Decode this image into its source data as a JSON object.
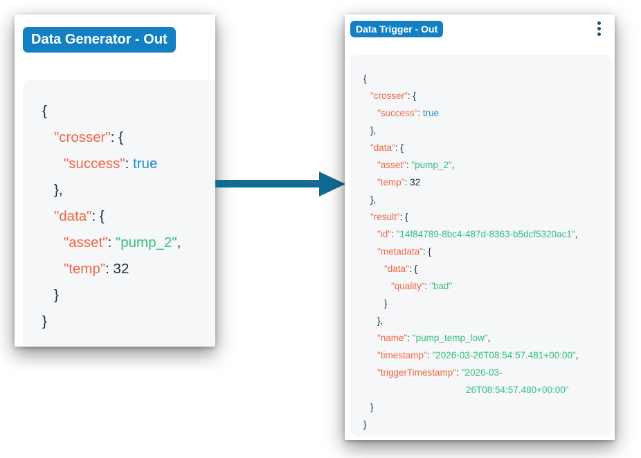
{
  "left_panel": {
    "title": "Data Generator - Out",
    "json": {
      "open": "{",
      "crosser_key": "\"crosser\"",
      "colon_brace": ": {",
      "success_key": "\"success\"",
      "colon": ": ",
      "success_val": "true",
      "close_comma": "},",
      "data_key": "\"data\"",
      "asset_key": "\"asset\"",
      "asset_val": "\"pump_2\"",
      "comma": ",",
      "temp_key": "\"temp\"",
      "temp_val": "32",
      "close": "}"
    }
  },
  "right_panel": {
    "title": "Data Trigger - Out",
    "menu_icon": "kebab-menu-icon",
    "json": {
      "open": "{",
      "crosser_key": "\"crosser\"",
      "colon_brace": ": {",
      "success_key": "\"success\"",
      "colon": ": ",
      "success_val": "true",
      "close_comma": "},",
      "data_key": "\"data\"",
      "asset_key": "\"asset\"",
      "asset_val": "\"pump_2\"",
      "comma": ",",
      "temp_key": "\"temp\"",
      "temp_val": "32",
      "result_key": "\"result\"",
      "id_key": "\"id\"",
      "id_val": "\"14f84789-8bc4-487d-8363-b5dcf5320ac1\"",
      "metadata_key": "\"metadata\"",
      "meta_data_key": "\"data\"",
      "quality_key": "\"quality\"",
      "quality_val": "\"bad\"",
      "close": "}",
      "name_key": "\"name\"",
      "name_val": "\"pump_temp_low\"",
      "timestamp_key": "\"timestamp\"",
      "timestamp_val": "\"2026-03-26T08:54:57.481+00:00\"",
      "trigger_key": "\"triggerTimestamp\"",
      "trigger_val_line1": "\"2026-03-",
      "trigger_val_line2": "26T08:54:57.480+00:00\""
    }
  },
  "colors": {
    "badge": "#1380c4",
    "arrow": "#136b92",
    "key": "#ef6744",
    "string": "#33bf7a",
    "boolean": "#1d87c9",
    "panel_bg": "#f5f7f9"
  },
  "arrow_icon": "right-arrow-icon"
}
